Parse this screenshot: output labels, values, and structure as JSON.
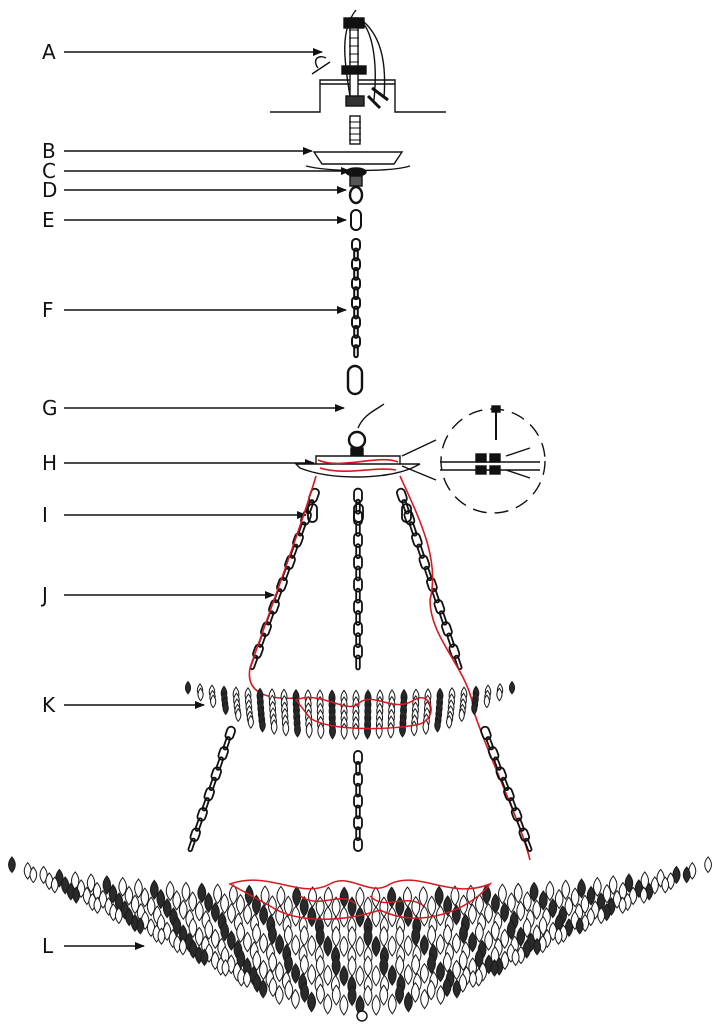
{
  "diagram": {
    "callouts": [
      {
        "label": "A",
        "part": "mounting-hardware"
      },
      {
        "label": "B",
        "part": "canopy"
      },
      {
        "label": "C",
        "part": "canopy-nut"
      },
      {
        "label": "D",
        "part": "hook"
      },
      {
        "label": "E",
        "part": "top-chain-link"
      },
      {
        "label": "F",
        "part": "main-chain"
      },
      {
        "label": "G",
        "part": "power-cord"
      },
      {
        "label": "H",
        "part": "wiring-hub"
      },
      {
        "label": "I",
        "part": "hub-chain-link"
      },
      {
        "label": "J",
        "part": "suspension-chains"
      },
      {
        "label": "K",
        "part": "upper-crystal-tier"
      },
      {
        "label": "L",
        "part": "lower-crystal-tier"
      }
    ]
  }
}
